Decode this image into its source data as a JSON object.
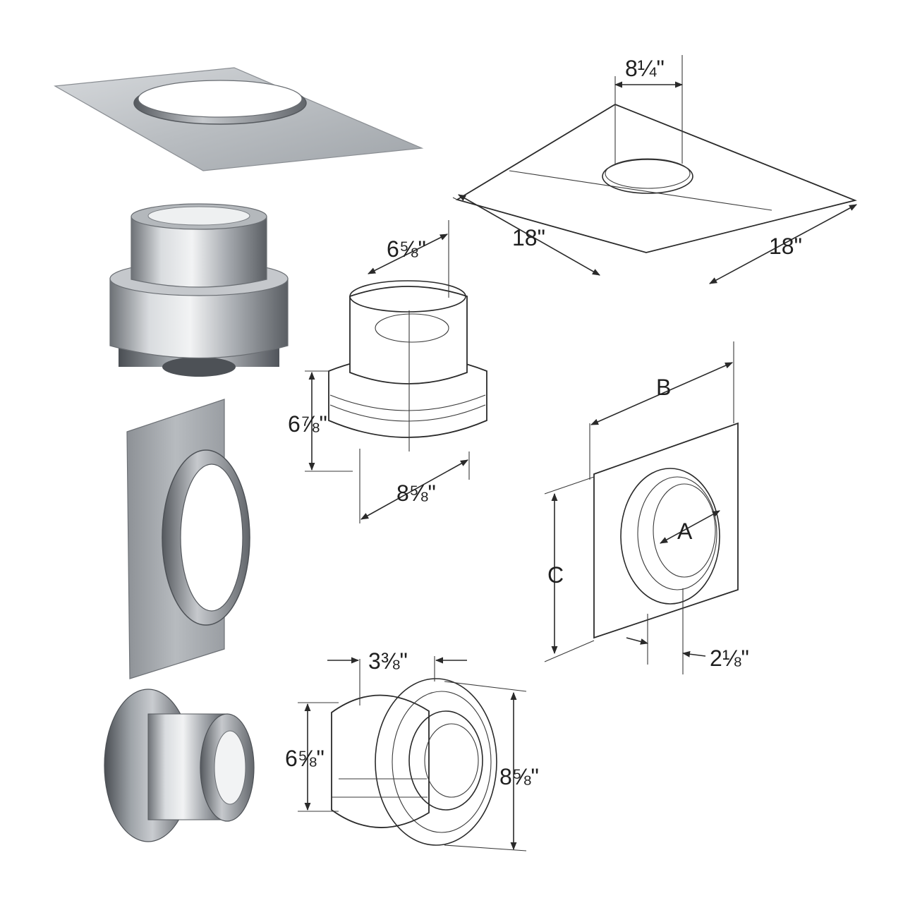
{
  "colors": {
    "background": "#ffffff",
    "line": "#2a2a2a",
    "metal_light": "#e4e6e8",
    "metal_mid": "#aeb2b6",
    "metal_dark": "#5d6166"
  },
  "diagrams": {
    "ceiling_plate": {
      "hole_diameter": "8¼\"",
      "width": "18\"",
      "depth": "18\""
    },
    "reducer": {
      "top_diameter": "6⅝\"",
      "height": "6⅞\"",
      "bottom_diameter": "8⅝\""
    },
    "wall_plate": {
      "width_label": "B",
      "height_label": "C",
      "collar_label": "A",
      "collar_depth": "2⅛\""
    },
    "wall_thimble": {
      "depth": "3⅜\"",
      "inner_diameter": "6⅝\"",
      "outer_diameter": "8⅝\""
    }
  }
}
